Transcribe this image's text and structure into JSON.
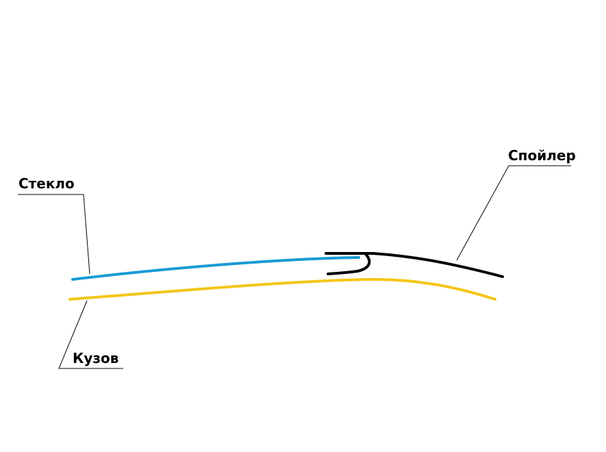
{
  "labels": {
    "glass": "Стекло",
    "spoiler": "Спойлер",
    "body": "Кузов"
  },
  "colors": {
    "glass": "#1a9ad6",
    "body": "#f5c518",
    "spoiler": "#000000",
    "background": "#ffffff"
  }
}
